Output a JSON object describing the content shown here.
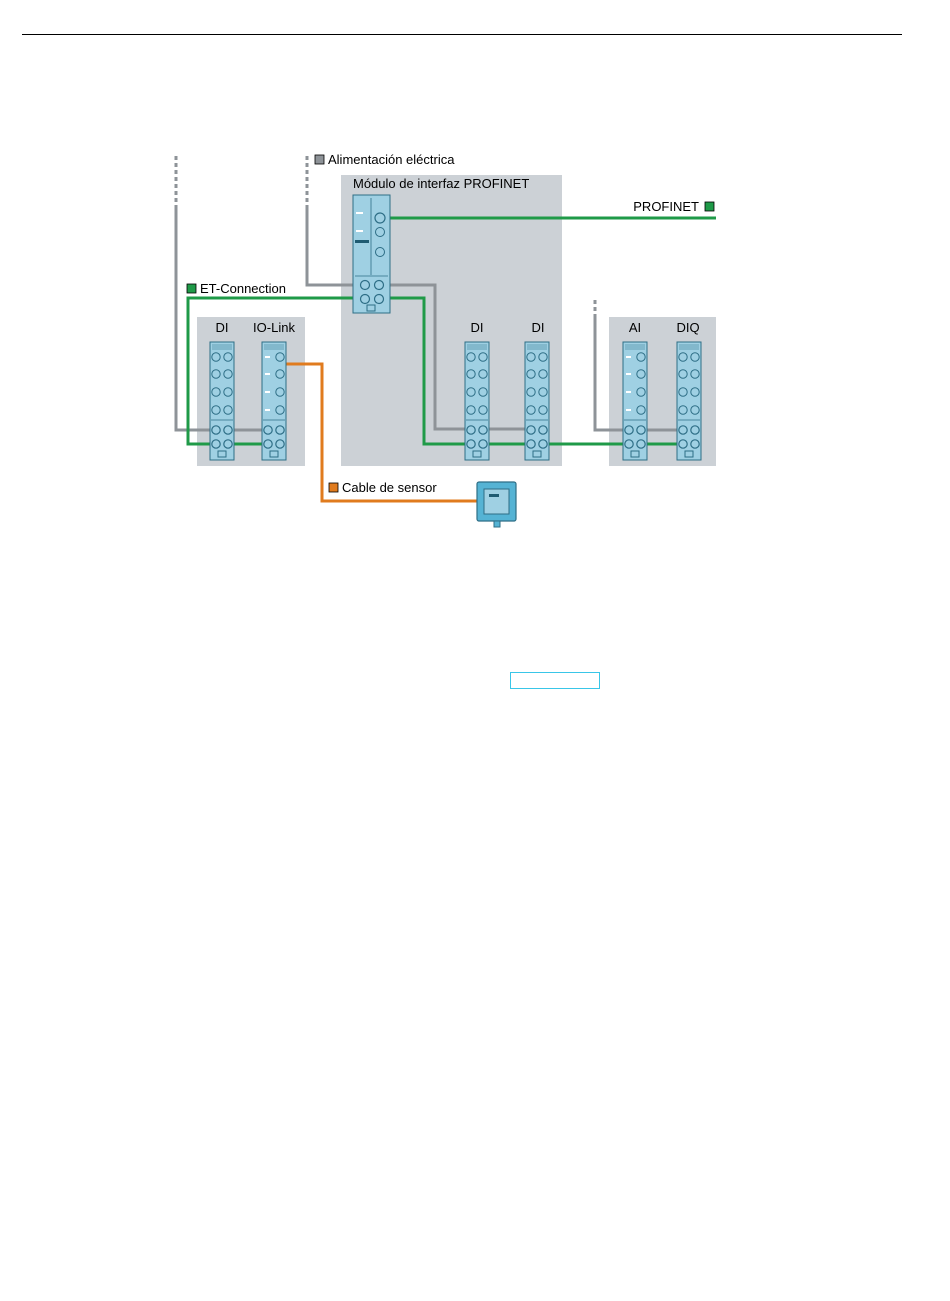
{
  "labels": {
    "power": "Alimentación eléctrica",
    "interface_module": "Módulo de interfaz PROFINET",
    "profinet": "PROFINET",
    "et_connection": "ET-Connection",
    "sensor_cable": "Cable de sensor",
    "modules": [
      "DI",
      "IO-Link",
      "DI",
      "DI",
      "AI",
      "DIQ"
    ]
  },
  "legend_colors": {
    "power": "#8e9398",
    "profinet": "#1f9a48",
    "et_connection": "#1f9a48",
    "sensor_cable": "#e07b1e"
  },
  "colors": {
    "group_background": "#ccd1d6",
    "module_body": "#9fd0e3",
    "module_outline": "#2e6e86",
    "sensor_body": "#55b3d4"
  }
}
